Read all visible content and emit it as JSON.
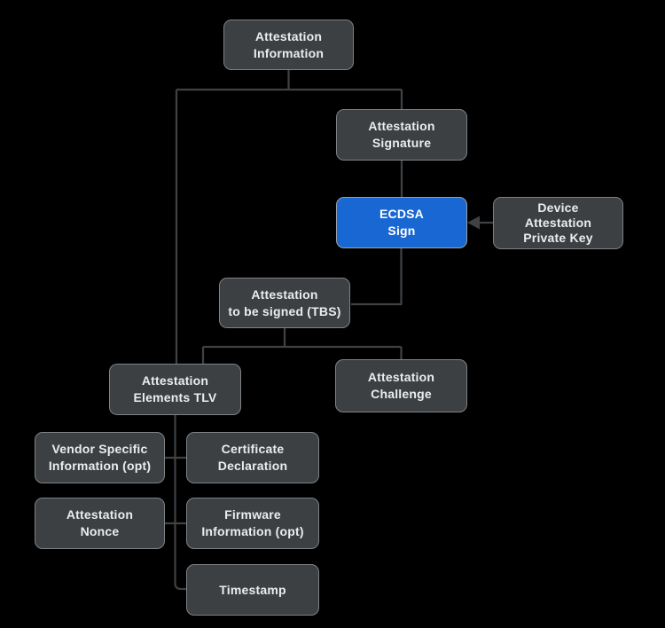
{
  "diagram": {
    "colors": {
      "background": "#000000",
      "node_fill": "#3c4043",
      "node_border": "#7d8286",
      "node_text": "#ececee",
      "highlight_fill": "#1967d2",
      "highlight_border": "#9aa0a6",
      "connector": "#3e4245"
    },
    "nodes": [
      {
        "id": "attestation-information",
        "lines": [
          "Attestation",
          "Information"
        ],
        "highlighted": false
      },
      {
        "id": "attestation-signature",
        "lines": [
          "Attestation",
          "Signature"
        ],
        "highlighted": false
      },
      {
        "id": "ecdsa-sign",
        "lines": [
          "ECDSA",
          "Sign"
        ],
        "highlighted": true
      },
      {
        "id": "device-attestation-private-key",
        "lines": [
          "Device",
          "Attestation",
          "Private Key"
        ],
        "highlighted": false
      },
      {
        "id": "attestation-tbs",
        "lines": [
          "Attestation",
          "to be signed (TBS)"
        ],
        "highlighted": false
      },
      {
        "id": "attestation-elements-tlv",
        "lines": [
          "Attestation",
          "Elements TLV"
        ],
        "highlighted": false
      },
      {
        "id": "attestation-challenge",
        "lines": [
          "Attestation",
          "Challenge"
        ],
        "highlighted": false
      },
      {
        "id": "vendor-specific-information",
        "lines": [
          "Vendor Specific",
          "Information (opt)"
        ],
        "highlighted": false
      },
      {
        "id": "certificate-declaration",
        "lines": [
          "Certificate",
          "Declaration"
        ],
        "highlighted": false
      },
      {
        "id": "attestation-nonce",
        "lines": [
          "Attestation",
          "Nonce"
        ],
        "highlighted": false
      },
      {
        "id": "firmware-information",
        "lines": [
          "Firmware",
          "Information (opt)"
        ],
        "highlighted": false
      },
      {
        "id": "timestamp",
        "lines": [
          "Timestamp"
        ],
        "highlighted": false
      }
    ],
    "edges": [
      {
        "from": "attestation-information",
        "to": "attestation-signature",
        "arrow": false
      },
      {
        "from": "attestation-information",
        "to": "attestation-elements-tlv",
        "arrow": false
      },
      {
        "from": "attestation-signature",
        "to": "ecdsa-sign",
        "arrow": false
      },
      {
        "from": "device-attestation-private-key",
        "to": "ecdsa-sign",
        "arrow": true
      },
      {
        "from": "ecdsa-sign",
        "to": "attestation-tbs",
        "arrow": false
      },
      {
        "from": "attestation-tbs",
        "to": "attestation-elements-tlv",
        "arrow": false
      },
      {
        "from": "attestation-tbs",
        "to": "attestation-challenge",
        "arrow": false
      },
      {
        "from": "attestation-elements-tlv",
        "to": "vendor-specific-information",
        "arrow": false
      },
      {
        "from": "attestation-elements-tlv",
        "to": "certificate-declaration",
        "arrow": false
      },
      {
        "from": "attestation-elements-tlv",
        "to": "attestation-nonce",
        "arrow": false
      },
      {
        "from": "attestation-elements-tlv",
        "to": "firmware-information",
        "arrow": false
      },
      {
        "from": "attestation-elements-tlv",
        "to": "timestamp",
        "arrow": false
      }
    ]
  }
}
